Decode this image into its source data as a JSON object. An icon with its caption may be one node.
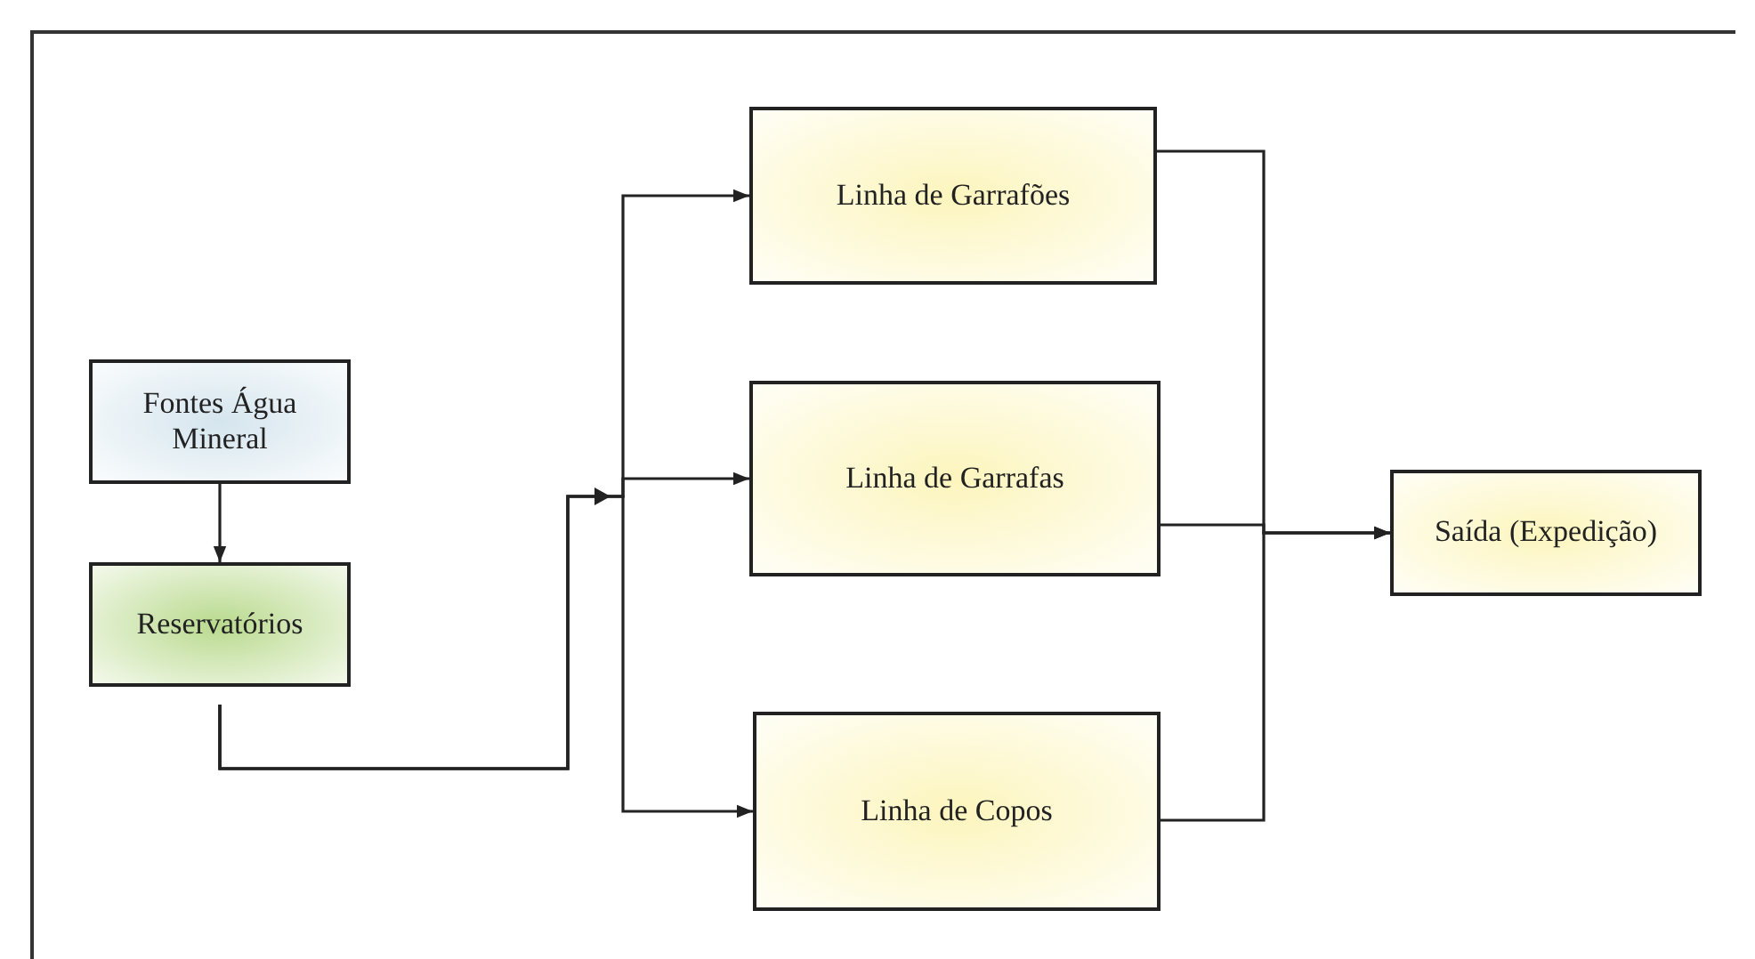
{
  "diagram": {
    "nodes": [
      {
        "text": [
          "Fontes Água Mineral"
        ]
      },
      {
        "text": [
          "Reservatórios"
        ]
      },
      {
        "text": [
          "Linha de Garrafões"
        ]
      },
      {
        "text": [
          "Linha de Garrafas"
        ]
      },
      {
        "text": [
          "Linha de Copos"
        ]
      },
      {
        "text": [
          "Saída (Expedição)"
        ]
      }
    ],
    "edges": [
      {
        "from": 0,
        "to": 1,
        "arrow": "to"
      },
      {
        "from": 1,
        "to": 2,
        "arrow": "to"
      },
      {
        "from": 1,
        "to": 3,
        "arrow": "to"
      },
      {
        "from": 1,
        "to": 4,
        "arrow": "to"
      },
      {
        "from": 2,
        "to": 5,
        "arrow": "to"
      },
      {
        "from": 3,
        "to": 5,
        "arrow": "to"
      },
      {
        "from": 4,
        "to": 5,
        "arrow": "to"
      }
    ]
  }
}
